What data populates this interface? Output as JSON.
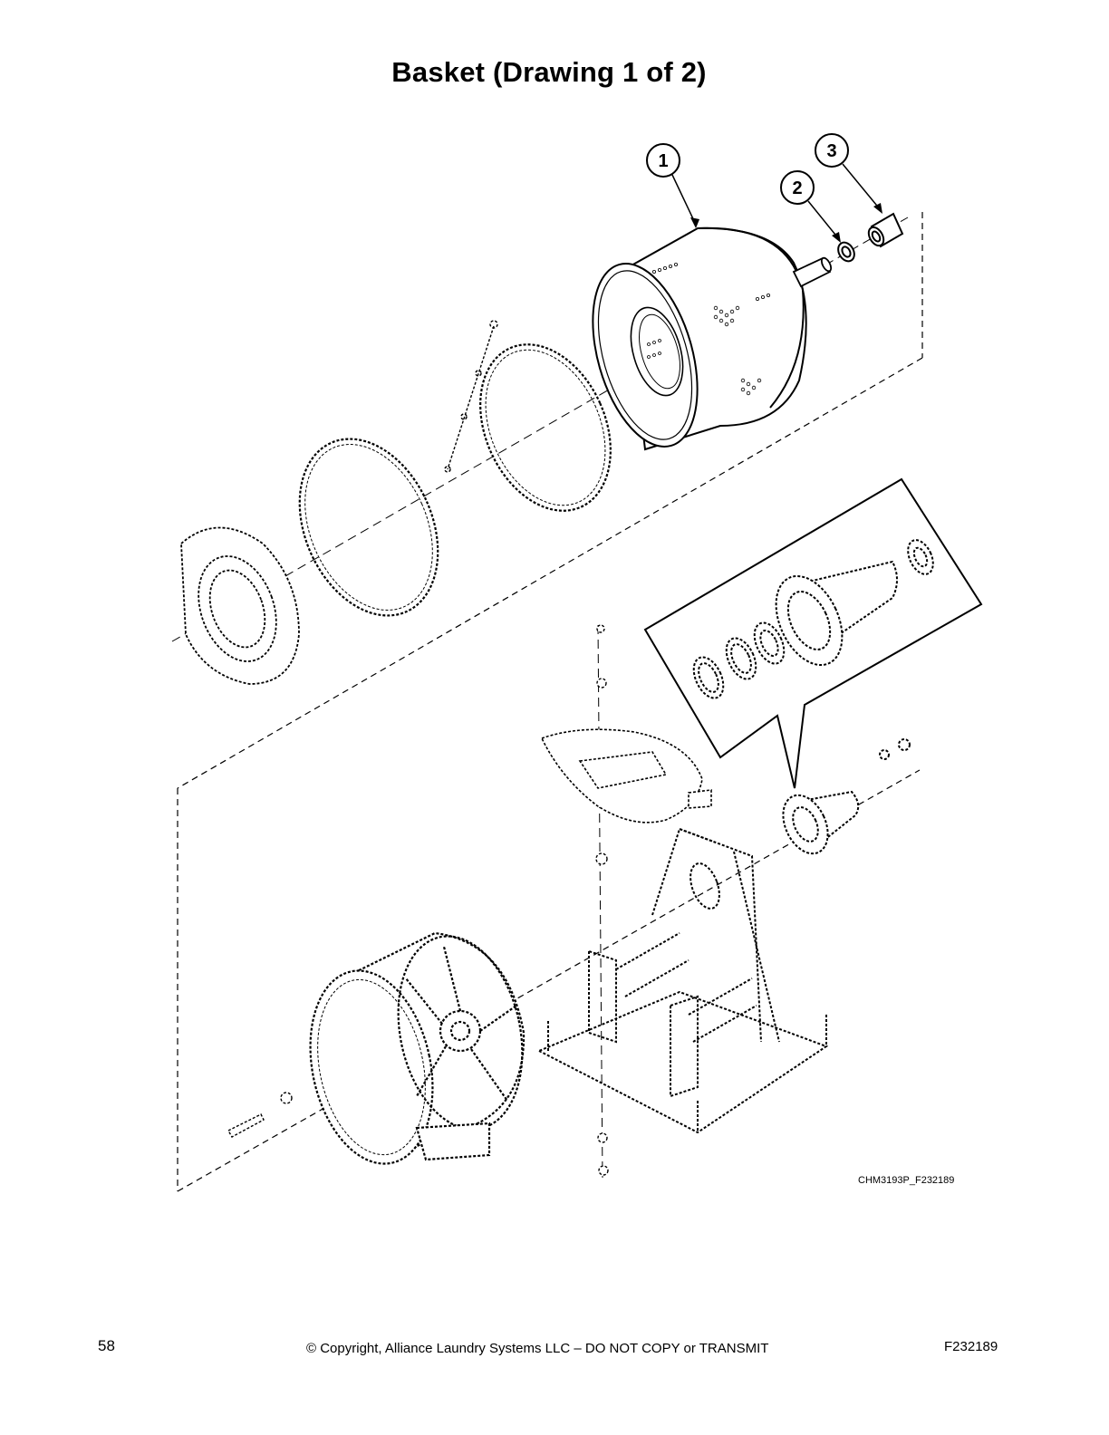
{
  "page": {
    "title": "Basket (Drawing 1 of 2)",
    "drawing_code": "CHM3193P_F232189",
    "page_number": "58",
    "copyright": "© Copyright, Alliance Laundry Systems LLC – DO NOT COPY or TRANSMIT",
    "doc_code": "F232189"
  },
  "callouts": [
    "1",
    "2",
    "3"
  ]
}
